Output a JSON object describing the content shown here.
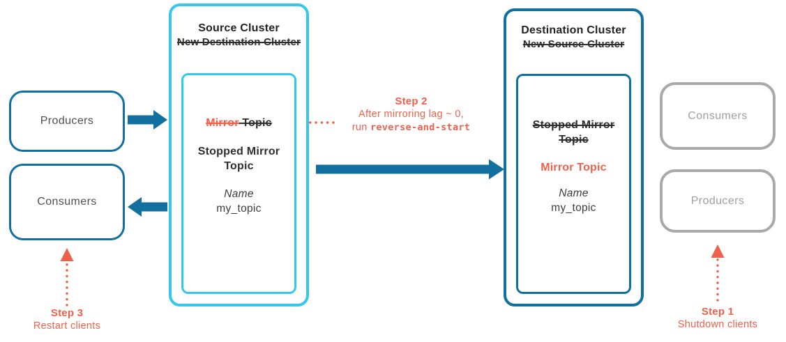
{
  "colors": {
    "cyan": "#35c7ec",
    "blue": "#11709f",
    "orange": "#f0614b",
    "dark": "#2e2e2e",
    "gray-border": "#a9a9a9",
    "gray-text": "#a0a0a0"
  },
  "left": {
    "producers_label": "Producers",
    "consumers_label": "Consumers"
  },
  "right": {
    "consumers_label": "Consumers",
    "producers_label": "Producers"
  },
  "source_cluster": {
    "title": "Source Cluster",
    "old_title": "New Destination Cluster",
    "topic": {
      "old_label_mirror": "Mirror",
      "old_label_topic": " Topic",
      "new_label": "Stopped Mirror Topic",
      "name_caption": "Name",
      "name_value": "my_topic"
    }
  },
  "destination_cluster": {
    "title": "Destination Cluster",
    "old_title": "New Source Cluster",
    "topic": {
      "old_label": "Stopped Mirror Topic",
      "new_label": "Mirror Topic",
      "name_caption": "Name",
      "name_value": "my_topic"
    }
  },
  "steps": {
    "step1": {
      "title": "Step 1",
      "caption": "Shutdown clients"
    },
    "step2": {
      "title": "Step 2",
      "line1": "After mirroring lag ~ 0,",
      "line2_prefix": "run ",
      "line2_code": "reverse-and-start"
    },
    "step3": {
      "title": "Step 3",
      "caption": "Restart clients"
    }
  }
}
